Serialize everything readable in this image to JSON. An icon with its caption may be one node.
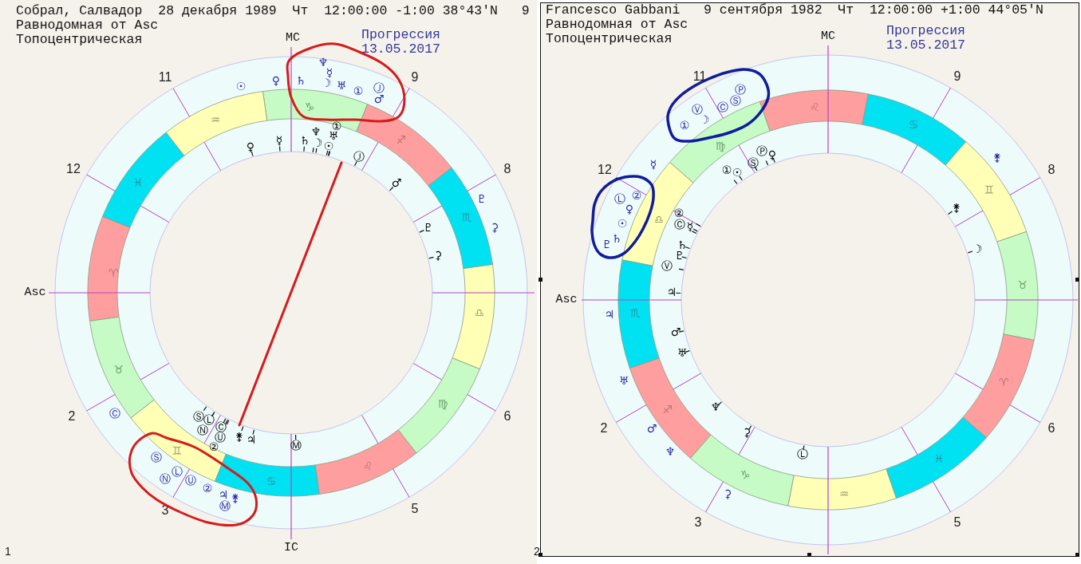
{
  "diagram": {
    "nodes": [
      {
        "text": [
          "♆",
          "☿",
          "♄",
          "☽",
          "♅",
          "①",
          "Ⓙ",
          "♂",
          "♑"
        ]
      },
      {
        "text": [
          "♊",
          "Ⓢ",
          "Ⓛ",
          "Ⓝ",
          "Ⓤ",
          "②",
          "♃",
          "⚵",
          "Ⓜ"
        ]
      },
      {
        "text": [
          "Ⓟ",
          "Ⓢ",
          "Ⓒ",
          "Ⓥ",
          "☽",
          "①"
        ]
      },
      {
        "text": [
          "②",
          "Ⓛ",
          "♀",
          "☉",
          "♄",
          "♇"
        ]
      }
    ],
    "labels": [
      "Собрал, Салвадор  28 декабря 1989  Чт  12:00:00 -1:00 38°43'N   9",
      "Равнодомная от Asc",
      "Топоцентрическая",
      "MC",
      "Прогрессия 13.05.2017",
      "11",
      "9",
      "☉",
      "♀",
      "♒",
      "♀",
      "☿",
      "♄",
      "♆",
      "☽",
      "①",
      "♅",
      "☉",
      "♐",
      "Ⓙ",
      "12",
      "8",
      "♓",
      "♂",
      "♇",
      "♏",
      "♇",
      "⚳",
      "⚳",
      "♈",
      "Asc",
      "♎",
      "♉",
      "♍",
      "2",
      "Ⓒ",
      "Ⓢ",
      "Ⓛ",
      "6",
      "Ⓝ",
      "Ⓒ",
      "Ⓤ",
      "⚵",
      "♃",
      "②",
      "Ⓜ",
      "♌",
      "♋",
      "3",
      "5",
      "1",
      "IC",
      "Francesco Gabbani   9 сентября 1982  Чт  12:00:00 +1:00 44°05'N",
      "Равнодомная от Asc",
      "Топоцентрическая",
      "MC",
      "Прогрессия 13.05.2017",
      "11",
      "9",
      "♌",
      "♋",
      "♍",
      "Ⓟ",
      "♀",
      "⚵",
      "12",
      "☿",
      "①",
      "☉",
      "Ⓢ",
      "8",
      "♊",
      "②",
      "⚵",
      "♎",
      "Ⓒ",
      "☿",
      "♄",
      "☽",
      "♇",
      "Ⓥ",
      "Asc",
      "♃",
      "♉",
      "♃",
      "♏",
      "♂",
      "♅",
      "♅",
      "♈",
      "♐",
      "♆",
      "2",
      "♂",
      "⚳",
      "6",
      "♆",
      "Ⓛ",
      "♓",
      "♑",
      "⚳",
      "♒",
      "3",
      "5",
      "2"
    ]
  }
}
